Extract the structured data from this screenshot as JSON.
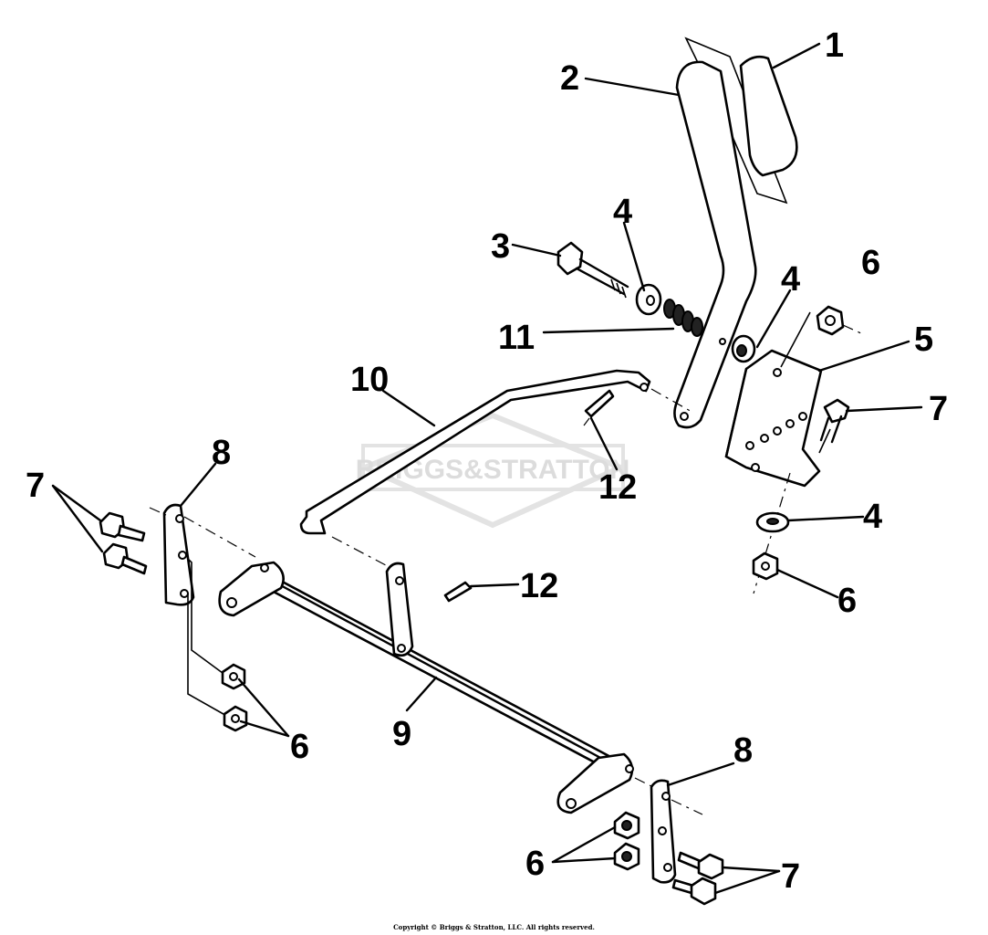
{
  "diagram": {
    "watermark": "BRIGGS&STRATTON",
    "callouts": {
      "c1": "1",
      "c2": "2",
      "c3": "3",
      "c4a": "4",
      "c4b": "4",
      "c4c": "4",
      "c5": "5",
      "c6a": "6",
      "c6b": "6",
      "c6c": "6",
      "c6d": "6",
      "c7a": "7",
      "c7b": "7",
      "c7c": "7",
      "c8a": "8",
      "c8b": "8",
      "c9": "9",
      "c10": "10",
      "c11": "11",
      "c12a": "12",
      "c12b": "12"
    }
  },
  "footer": {
    "copyright": "Copyright © Briggs & Stratton, LLC. All rights reserved."
  }
}
